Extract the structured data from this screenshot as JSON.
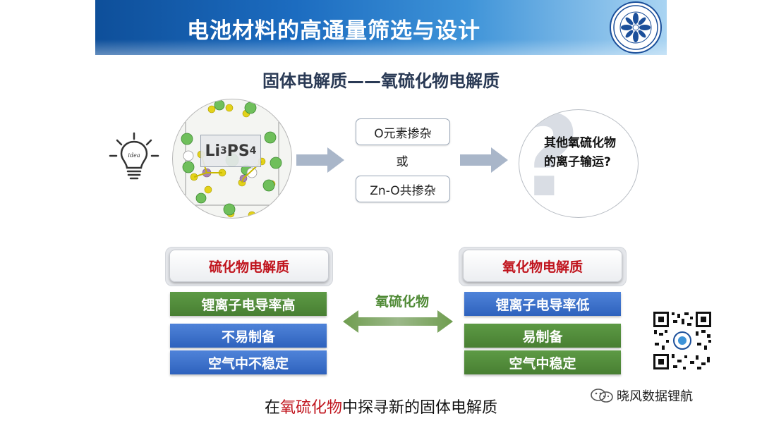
{
  "header": {
    "title": "电池材料的高通量筛选与设计",
    "emblem_icon": "cas-emblem-icon"
  },
  "subtitle": "固体电解质——氧硫化物电解质",
  "diagram": {
    "idea_icon": "lightbulb-icon",
    "formula": {
      "base": "Li",
      "sub1": "3",
      "mid": "PS",
      "sub2": "4"
    },
    "doping_option_1": "O元素掺杂",
    "or_text": "或",
    "doping_option_2": "Zn-O共掺杂",
    "question": "其他氧硫化物的离子输运?"
  },
  "comparison": {
    "left_header": "硫化物电解质",
    "right_header": "氧化物电解质",
    "left_items": [
      "锂离子电导率高",
      "不易制备",
      "空气中不稳定"
    ],
    "right_items": [
      "锂离子电导率低",
      "易制备",
      "空气中稳定"
    ],
    "middle_label": "氧硫化物"
  },
  "bottom": {
    "prefix": "在",
    "highlight": "氧硫化物",
    "suffix": "中探寻新的固体电解质"
  },
  "watermark": "晓风数据锂航",
  "colors": {
    "accent_red": "#c0141d",
    "green_bar": "#4f8a35",
    "blue_bar": "#2e62bd",
    "banner_blue": "#1c6cc0"
  }
}
